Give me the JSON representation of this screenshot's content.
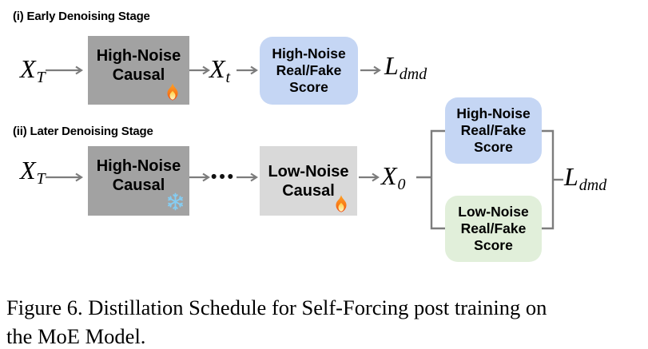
{
  "figure": {
    "stage1": {
      "heading": "(i) Early Denoising Stage",
      "input": {
        "base": "X",
        "sub": "T"
      },
      "causal_box": {
        "line1": "High-Noise",
        "line2": "Causal",
        "icon": "fire"
      },
      "intermediate": {
        "base": "X",
        "sub": "t"
      },
      "score_box": {
        "line1": "High-Noise",
        "line2": "Real/Fake",
        "line3": "Score"
      },
      "loss": {
        "base": "L",
        "sub": "dmd"
      }
    },
    "stage2": {
      "heading": "(ii) Later Denoising Stage",
      "input": {
        "base": "X",
        "sub": "T"
      },
      "high_causal_box": {
        "line1": "High-Noise",
        "line2": "Causal",
        "icon": "snowflake"
      },
      "dots": "•••",
      "low_causal_box": {
        "line1": "Low-Noise",
        "line2": "Causal",
        "icon": "fire"
      },
      "output": {
        "base": "X",
        "sub": "0"
      },
      "high_score_box": {
        "line1": "High-Noise",
        "line2": "Real/Fake",
        "line3": "Score"
      },
      "low_score_box": {
        "line1": "Low-Noise",
        "line2": "Real/Fake",
        "line3": "Score"
      },
      "loss": {
        "base": "L",
        "sub": "dmd"
      }
    },
    "colors": {
      "high_noise_causal_bg": "#a2a2a2",
      "low_noise_causal_bg": "#d9d9d9",
      "high_noise_score_bg": "#c5d6f4",
      "low_noise_score_bg": "#e1efda",
      "connector_gray": "#7c7c7c",
      "snowflake_blue": "#84cdf3"
    }
  },
  "caption": {
    "line1": "Figure 6. Distillation Schedule for Self-Forcing post training on",
    "line2": "the MoE Model."
  }
}
